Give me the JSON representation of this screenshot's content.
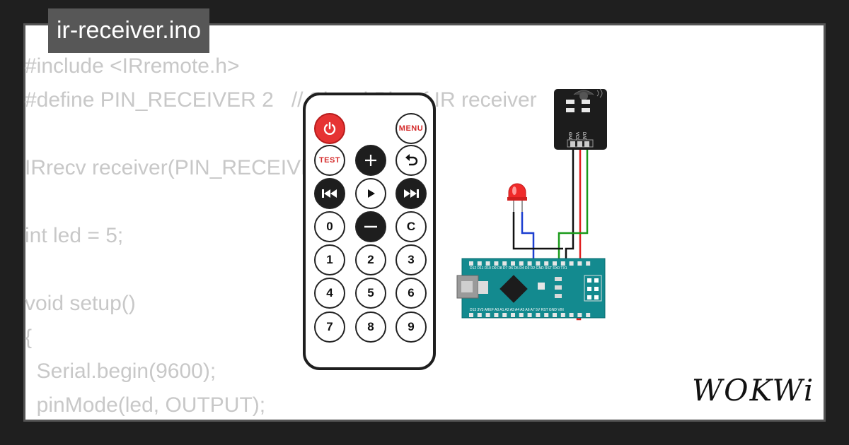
{
  "title": "ir-receiver.ino",
  "code_lines": [
    "#include <IRremote.h>",
    "#define PIN_RECEIVER 2   // Signal Pin of IR receiver",
    "",
    "IRrecv receiver(PIN_RECEIVER);",
    "",
    "int led = 5;",
    "",
    "void setup()",
    "{",
    "  Serial.begin(9600);",
    "  pinMode(led, OUTPUT);"
  ],
  "remote": {
    "buttons": [
      {
        "name": "power-button",
        "label": "",
        "icon": "power-icon"
      },
      {
        "name": "menu-button",
        "label": "MENU"
      },
      {
        "name": "test-button",
        "label": "TEST"
      },
      {
        "name": "plus-button",
        "label": "",
        "icon": "plus-icon"
      },
      {
        "name": "back-button",
        "label": "",
        "icon": "back-arrow-icon"
      },
      {
        "name": "prev-button",
        "label": "",
        "icon": "rewind-icon"
      },
      {
        "name": "play-button",
        "label": "",
        "icon": "play-icon"
      },
      {
        "name": "next-button",
        "label": "",
        "icon": "fast-forward-icon"
      },
      {
        "name": "num-0-button",
        "label": "0"
      },
      {
        "name": "minus-button",
        "label": "",
        "icon": "minus-icon"
      },
      {
        "name": "c-button",
        "label": "C"
      },
      {
        "name": "num-1-button",
        "label": "1"
      },
      {
        "name": "num-2-button",
        "label": "2"
      },
      {
        "name": "num-3-button",
        "label": "3"
      },
      {
        "name": "num-4-button",
        "label": "4"
      },
      {
        "name": "num-5-button",
        "label": "5"
      },
      {
        "name": "num-6-button",
        "label": "6"
      },
      {
        "name": "num-7-button",
        "label": "7"
      },
      {
        "name": "num-8-button",
        "label": "8"
      },
      {
        "name": "num-9-button",
        "label": "9"
      }
    ]
  },
  "ir_module": {
    "pin_labels": [
      "GND",
      "VCC",
      "DAT"
    ]
  },
  "arduino": {
    "top_pins": "D12 D11 D10 D9 D8 D7 D6 D5 D4 D3 D2 GND RST RX0 TX1",
    "bottom_pins": "D13 3V3 AREF A0 A1 A2 A3 A4 A5 A6 A7 5V RST GND VIN"
  },
  "wires": {
    "gnd_color": "#111111",
    "vcc_color": "#e02020",
    "dat_color": "#1a9a1a",
    "led_color": "#1c3fd0"
  },
  "brand": "WOKWi"
}
